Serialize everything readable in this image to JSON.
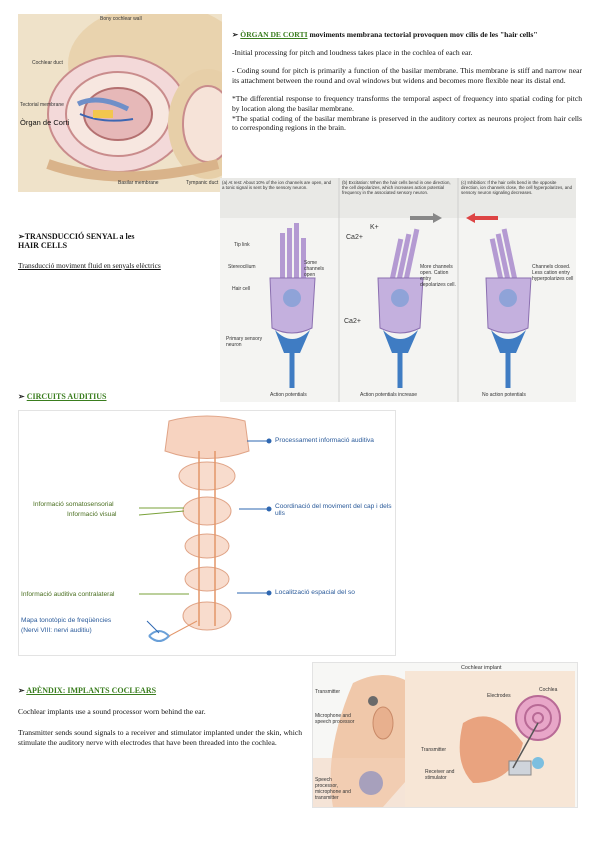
{
  "section_organ": {
    "arrow": "➢",
    "title": "ÒRGAN DE CORTI",
    "subtitle": "moviments membrana tectorial provoquen mov cilis de les \"hair cells\"",
    "p1": "-Initial processing for pitch and loudness takes place in the cochlea of each ear.",
    "p2": "- Coding sound for pitch is primarily a function of the basilar membrane. This membrane is stiff and narrow near its attachment between the round and oval windows but widens and becomes more flexible near its distal end.",
    "p3": "*The differential response to frequency transforms the temporal aspect of frequency into spatial coding for pitch by location along the basilar membrane.",
    "p4": "*The spatial coding of the basilar membrane is preserved in the auditory cortex as neurons project from hair cells to corresponding regions in the brain."
  },
  "cochlea_figure": {
    "labels": [
      "Bony cochlear wall",
      "Cochlear duct",
      "Tectorial membrane",
      "Òrgan de Corti",
      "Basilar membrane",
      "Tympanic duct"
    ]
  },
  "section_transduction": {
    "arrow": "➢",
    "title_line1": "TRANSDUCCIÓ SENYAL a les",
    "title_line2": "HAIR CELLS",
    "subtitle": "Transducció moviment fluid en senyals elèctrics"
  },
  "haircell_figure": {
    "panel_a": "(a) At rest: About 10% of the ion channels are open, and a tonic signal is sent by the sensory neuron.",
    "panel_b": "(b) Excitation: When the hair cells bend in one direction, the cell depolarizes, which increases action potential frequency in the associated sensory neuron.",
    "panel_c": "(c) Inhibition: If the hair cells bend in the opposite direction, ion channels close, the cell hyperpolarizes, and sensory neuron signaling decreases.",
    "labels_a": [
      "Tip link",
      "Stereocilium",
      "Hair cell",
      "Some channels open",
      "Primary sensory neuron",
      "Action potentials"
    ],
    "labels_b": [
      "Ca2+",
      "K+",
      "More channels open. Cation entry depolarizes cell.",
      "Ca2+",
      "Action potentials increase"
    ],
    "labels_c": [
      "Channels closed. Less cation entry hyperpolarizes cell",
      "No action potentials"
    ]
  },
  "section_circuits": {
    "arrow": "➢",
    "title": "CIRCUITS AUDITIUS"
  },
  "circuits_figure": {
    "right_labels": [
      "Processament informació auditiva",
      "Coordinació del moviment del cap i dels ulls",
      "Localització espacial del so"
    ],
    "left_labels": [
      "Informació somatosensorial",
      "Informació visual",
      "Informació auditiva contralateral",
      "Mapa tonotòpic de freqüències",
      "(Nervi VIII: nervi auditiu)"
    ]
  },
  "section_implants": {
    "arrow": "➢",
    "title": "APÈNDIX: IMPLANTS COCLEARS",
    "p1": "Cochlear implants use a sound processor worn behind the ear.",
    "p2": "Transmitter sends sound signals to a receiver and stimulator implanted under the skin, which stimulate the auditory nerve with electrodes that have been threaded into the cochlea."
  },
  "implant_figure": {
    "title": "Cochlear implant",
    "labels": [
      "Transmitter",
      "Microphone and speech processor",
      "Speech processor, microphone and transmitter",
      "Electrodes",
      "Cochlea",
      "Transmitter",
      "Receiver and stimulator"
    ]
  }
}
